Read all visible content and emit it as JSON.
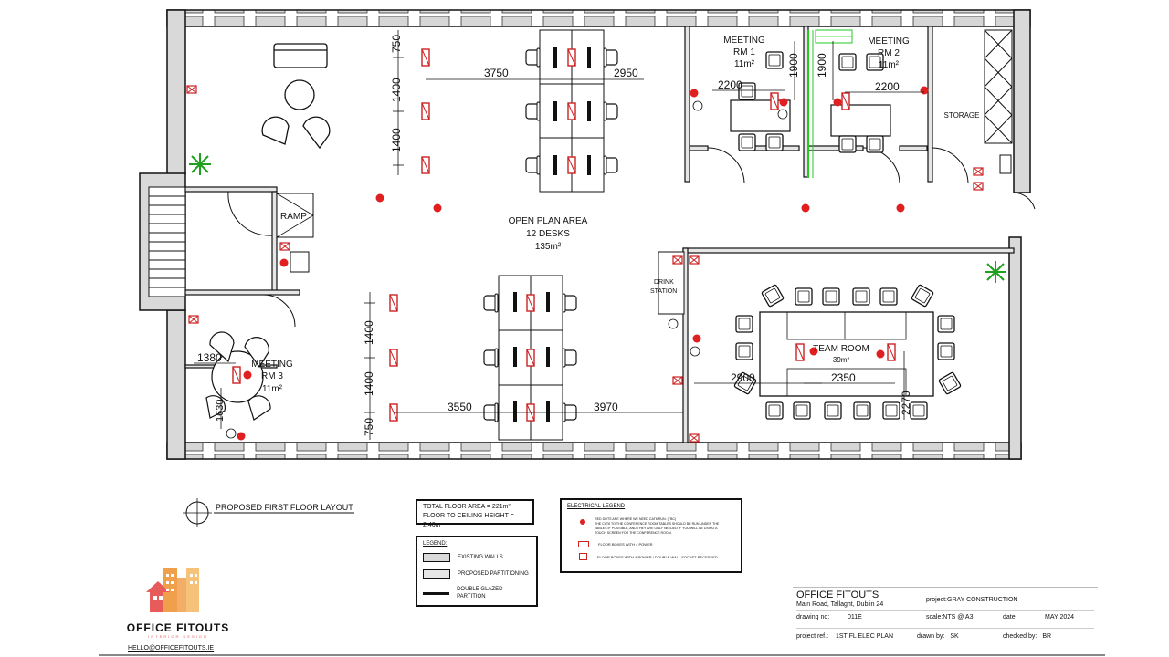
{
  "rooms": {
    "meeting1": {
      "name_l1": "MEETING",
      "name_l2": "RM 1",
      "area": "11m²"
    },
    "meeting2": {
      "name_l1": "MEETING",
      "name_l2": "RM 2",
      "area": "11m²"
    },
    "storage": "STORAGE",
    "ramp": "RAMP",
    "open_plan": {
      "l1": "OPEN PLAN AREA",
      "l2": "12 DESKS",
      "l3": "135m²"
    },
    "drink_station": {
      "l1": "DRINK",
      "l2": "STATION"
    },
    "team_room": {
      "name": "TEAM ROOM",
      "area": "39m²"
    },
    "meeting3": {
      "name_l1": "MEETING",
      "name_l2": "RM 3",
      "area": "11m²"
    }
  },
  "dimensions": {
    "d750_top": "750",
    "d1400_a": "1400",
    "d1400_b": "1400",
    "d3750": "3750",
    "d2950": "2950",
    "d2200_a": "2200",
    "d1900_a": "1900",
    "d1900_b": "1900",
    "d2200_b": "2200",
    "d1400_c": "1400",
    "d1400_d": "1400",
    "d750_bot": "750",
    "d3550": "3550",
    "d3970": "3970",
    "d1380": "1380",
    "d1630": "1630",
    "d2900": "2900",
    "d2350": "2350",
    "d2270": "2270"
  },
  "plan_title": "PROPOSED FIRST FLOOR LAYOUT",
  "area_box": {
    "l1": "TOTAL FLOOR AREA = 221m²",
    "l2": "FLOOR TO CEILING HEIGHT = 2.46m"
  },
  "legend": {
    "title": "LEGEND:",
    "items": [
      "EXISTING WALLS",
      "PROPOSED PARTITIONING",
      "DOUBLE GLAZED PARTITION"
    ]
  },
  "electrical_legend": {
    "title": "ELECTRICAL LEGEND",
    "red_dots_l1": "RED DOTS ARE WHERE WE NEED CAT6 RUN. (TBC)",
    "red_dots_l2": "THE CAT6 TO THE CONFERENCE ROOM TABLES SHOULD BE RUN UNDER THE",
    "red_dots_l3": "TABLES IF POSSIBLE, AND THEY ARE ONLY NEEDED IF YOU WILL BE USING A",
    "red_dots_l4": "TOUCH SCREEN FOR THE CONFERENCE ROOM.",
    "floor_boxes": "FLOOR BOXES WITH 4 POWER",
    "floor_boxes_sockets": "FLOOR BOXES WITH 4 POWER / DOUBLE WALL SOCKET RECESSED"
  },
  "title_block": {
    "company": "OFFICE FITOUTS",
    "address": "Main Road, Tallaght, Dublin 24",
    "project_label": "project:",
    "project": "GRAY CONSTRUCTION",
    "drawing_no_label": "drawing no:",
    "drawing_no": "011E",
    "scale_label": "scale:",
    "scale": "NTS @ A3",
    "date_label": "date:",
    "date": "MAY 2024",
    "project_ref_label": "project ref.:",
    "project_ref": "1ST FL ELEC PLAN",
    "drawn_by_label": "drawn by:",
    "drawn_by": "SK",
    "checked_by_label": "checked by:",
    "checked_by": "BR"
  },
  "logo": {
    "name": "OFFICE FITOUTS",
    "tagline": "INTERIOR DESIGN",
    "email": "HELLO@OFFICEFITOUTS.IE"
  },
  "colors": {
    "wall": "#d9d9d9",
    "red_dot": "#e02020",
    "floor_box": "#cc2222",
    "glazing": "#22cc22",
    "plant": "#1fa01f",
    "logo_orange": "#f0a04b",
    "logo_red": "#e85b5b"
  }
}
